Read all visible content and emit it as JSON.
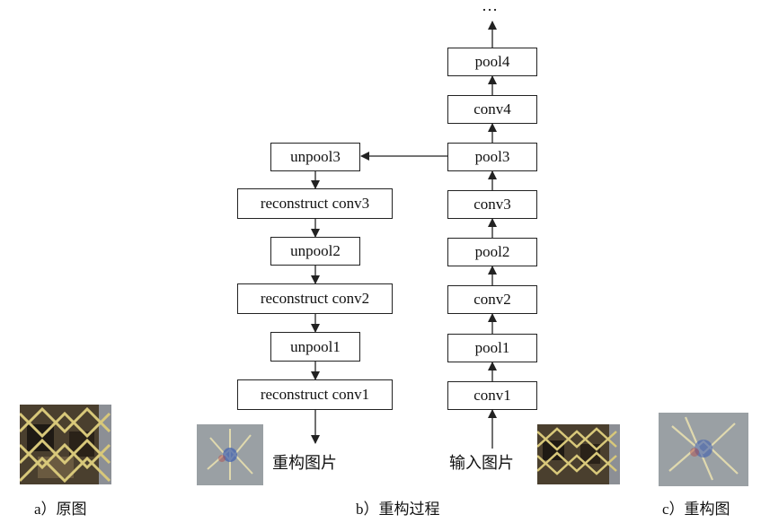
{
  "forward": {
    "ellipsis": "…",
    "layers": [
      "conv1",
      "pool1",
      "conv2",
      "pool2",
      "conv3",
      "pool3",
      "conv4",
      "pool4"
    ]
  },
  "reconstruct": {
    "layers": [
      "unpool3",
      "reconstruct conv3",
      "unpool2",
      "reconstruct conv2",
      "unpool1",
      "reconstruct conv1"
    ]
  },
  "labels": {
    "input": "输入图片",
    "output": "重构图片"
  },
  "captions": {
    "a": "a）原图",
    "b": "b）重构过程",
    "c": "c）重构图"
  },
  "images": {
    "original": "original-net-image",
    "reconstructed": "reconstructed-image"
  }
}
